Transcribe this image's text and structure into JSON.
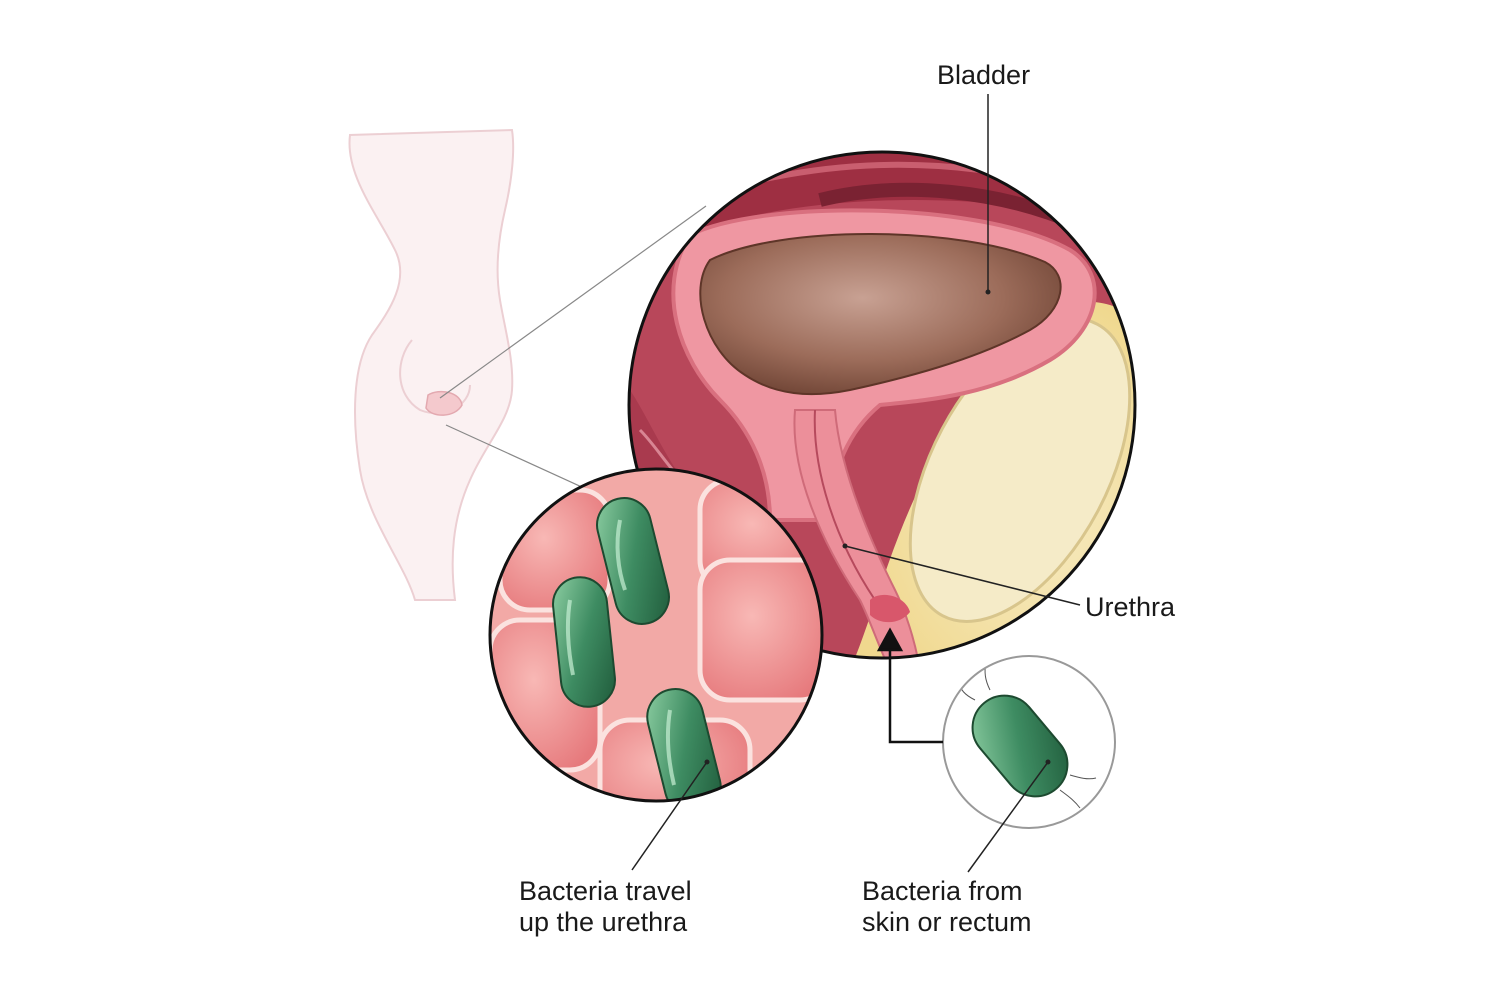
{
  "labels": {
    "bladder": "Bladder",
    "urethra": "Urethra",
    "travel_line1": "Bacteria travel",
    "travel_line2": "up the urethra",
    "source_line1": "Bacteria from",
    "source_line2": "skin or rectum"
  },
  "colors": {
    "tissue_pink": "#e98a97",
    "bladder_lumen": "#8a5a4a",
    "fat_yellow": "#f3e2a4",
    "bacteria_green": "#3e8c62",
    "body_outline": "#eccfd3",
    "leader_line": "#222222"
  }
}
